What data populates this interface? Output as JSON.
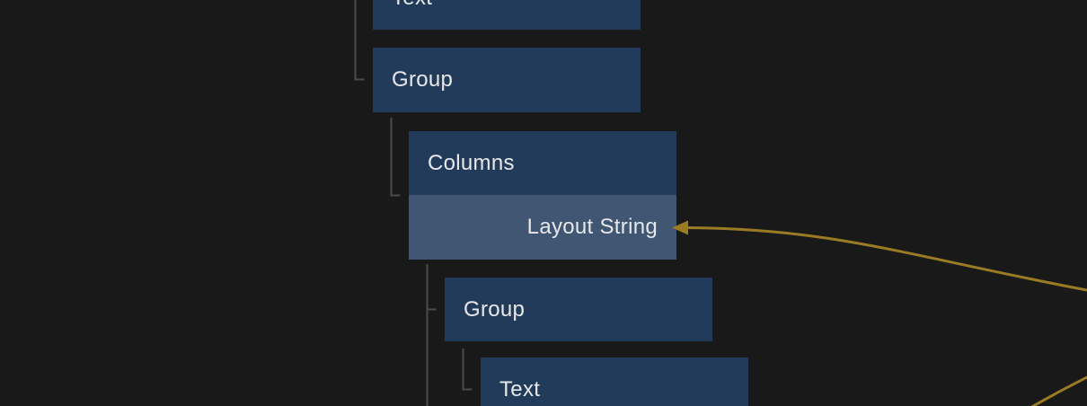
{
  "colors": {
    "background": "#191919",
    "node_fill": "#233b5a",
    "port_fill": "#405672",
    "text": "#e6e8ea",
    "tree_line": "#4a4a4a",
    "wire": "#9a7a23"
  },
  "nodes": [
    {
      "label": "Text"
    },
    {
      "label": "Group"
    },
    {
      "label": "Columns",
      "port": {
        "label": "Layout String"
      }
    },
    {
      "label": "Group"
    },
    {
      "label": "Text"
    }
  ]
}
